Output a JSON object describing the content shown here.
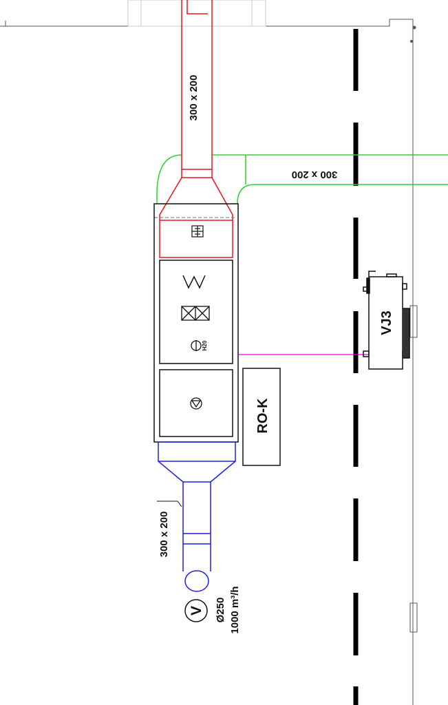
{
  "drawing": {
    "supply_duct_label": "300 x 200",
    "outdoor_duct_label": "300 x 200",
    "exhaust_duct_label": "300 x 200",
    "sensor_label": "H20",
    "control_panel_label": "RO-K",
    "outdoor_unit_label": "VJ3",
    "valve_symbol": "V",
    "valve_diameter": "Ø250",
    "valve_airflow": "1000 m³/h"
  },
  "colors": {
    "supply_duct": "#e8131b",
    "outdoor_duct": "#2fd12f",
    "exhaust_duct": "#1f1fe6",
    "refrigerant_line": "#e000e0",
    "equipment": "#111111",
    "wall": "#444444"
  }
}
